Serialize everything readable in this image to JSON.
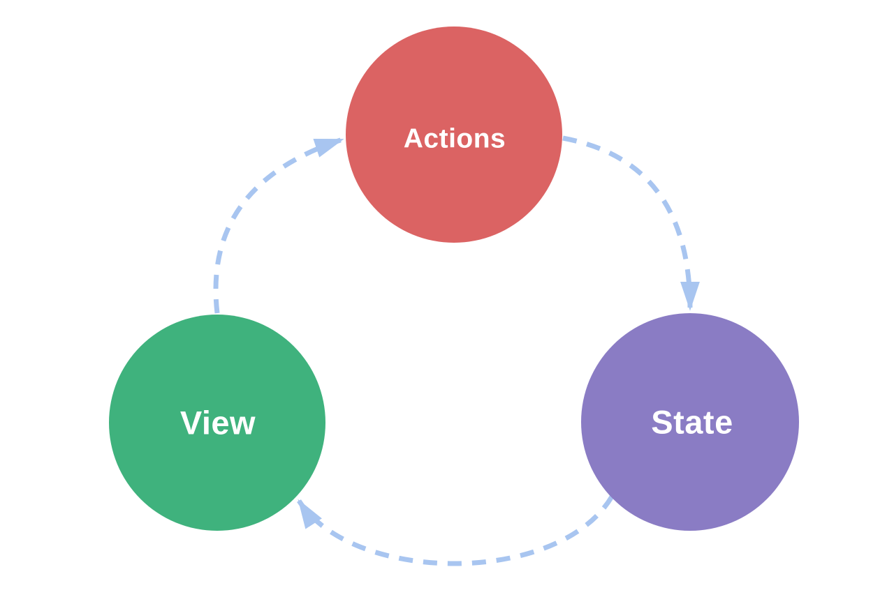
{
  "background": "#ffffff",
  "nodes": [
    {
      "id": "actions",
      "label": "Actions",
      "color": "#db6363",
      "text_color": "#ffffff"
    },
    {
      "id": "state",
      "label": "State",
      "color": "#8a7cc4",
      "text_color": "#ffffff"
    },
    {
      "id": "view",
      "label": "View",
      "color": "#3fb27d",
      "text_color": "#ffffff"
    }
  ],
  "edges": [
    {
      "from": "actions",
      "to": "state"
    },
    {
      "from": "state",
      "to": "view"
    },
    {
      "from": "view",
      "to": "actions"
    }
  ],
  "edge_style": {
    "color": "#a8c5f0",
    "line": "dashed",
    "arrowhead": "filled-triangle"
  }
}
